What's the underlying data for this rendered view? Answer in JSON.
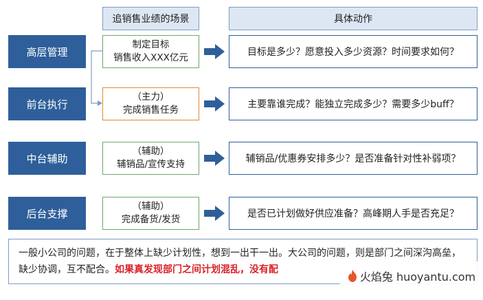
{
  "headers": {
    "scene": "追销售业绩的场景",
    "action": "具体动作"
  },
  "rows": [
    {
      "role": "高层管理",
      "scene_line1": "制定目标",
      "scene_line2": "销售收入XXX亿元",
      "action": "目标是多少？愿意投入多少资源？时间要求如何？"
    },
    {
      "role": "前台执行",
      "scene_line1": "（主力）",
      "scene_line2": "完成销售任务",
      "action": "主要靠谁完成？能独立完成多少？需要多少buff？"
    },
    {
      "role": "中台辅助",
      "scene_line1": "（辅助）",
      "scene_line2": "辅销品/宣传支持",
      "action": "辅销品/优惠券安排多少？是否准备针对性补弱项？"
    },
    {
      "role": "后台支撑",
      "scene_line1": "（辅助）",
      "scene_line2": "完成备货/发货",
      "action": "是否已计划做好供应准备？高峰期人手是否充足？"
    }
  ],
  "note": {
    "text_plain": "一般小公司的问题，在于整体上缺少计划性，想到一出干一出。大公司的问题，则是部门之间深沟高垒，缺少协调，互不配合。",
    "text_emphasis": "如果真发现部门之间计划混乱，没有配"
  },
  "watermark": {
    "icon": "flame-icon",
    "text": "火焰兔 huoyantu.com"
  },
  "colors": {
    "role_bg": "#2e5f9a",
    "header_bg": "#dde7f4",
    "scene_border": "#6ea86a",
    "main_border": "#e08a2c",
    "arrow": "#2e5f9a",
    "emphasis": "#d8232a"
  }
}
